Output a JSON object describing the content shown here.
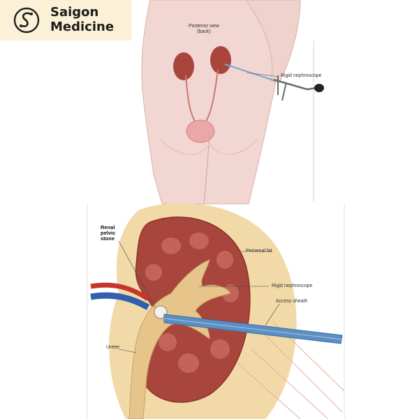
{
  "brand": {
    "line1": "Saigon",
    "line2": "Medicine",
    "logo_icon": "stethoscope-s-icon",
    "logo_color": "#1f1f1f",
    "logo_bg": "#fbf1d7"
  },
  "top_panel": {
    "view_title_line1": "Posterior view",
    "view_title_line2": "(back)",
    "instrument_label": "Rigid nephroscope"
  },
  "bottom_panel": {
    "stone_label_line1": "Renal",
    "stone_label_line2": "pelvic",
    "stone_label_line3": "stone",
    "fat_label": "Perirenal fat",
    "instrument_label": "Rigid nephroscope",
    "sheath_label": "Access sheath",
    "ureter_label": "Ureter"
  },
  "colors": {
    "skin": "#f1d6d2",
    "kidney": "#a8453c",
    "renal_pelvis": "#e6c48a",
    "fat": "#f2d9a8",
    "sheath": "#5b8fc4",
    "vein": "#2f5fae",
    "artery": "#c9342c"
  }
}
